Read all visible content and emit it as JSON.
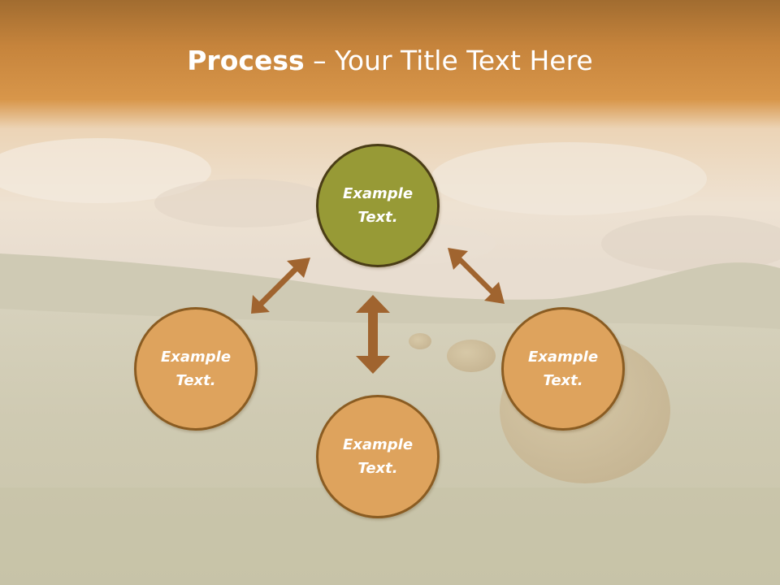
{
  "title": {
    "bold_part": "Process",
    "rest_part": " – Your Title Text Here"
  },
  "nodes": {
    "top": {
      "line1": "Example",
      "line2": "Text."
    },
    "left": {
      "line1": "Example",
      "line2": "Text."
    },
    "right": {
      "line1": "Example",
      "line2": "Text."
    },
    "bottom": {
      "line1": "Example",
      "line2": "Text."
    }
  },
  "colors": {
    "header_orange": "#d4923f",
    "center_node": "#979a36",
    "outer_node": "#dea35d",
    "arrow": "#a0642f"
  }
}
